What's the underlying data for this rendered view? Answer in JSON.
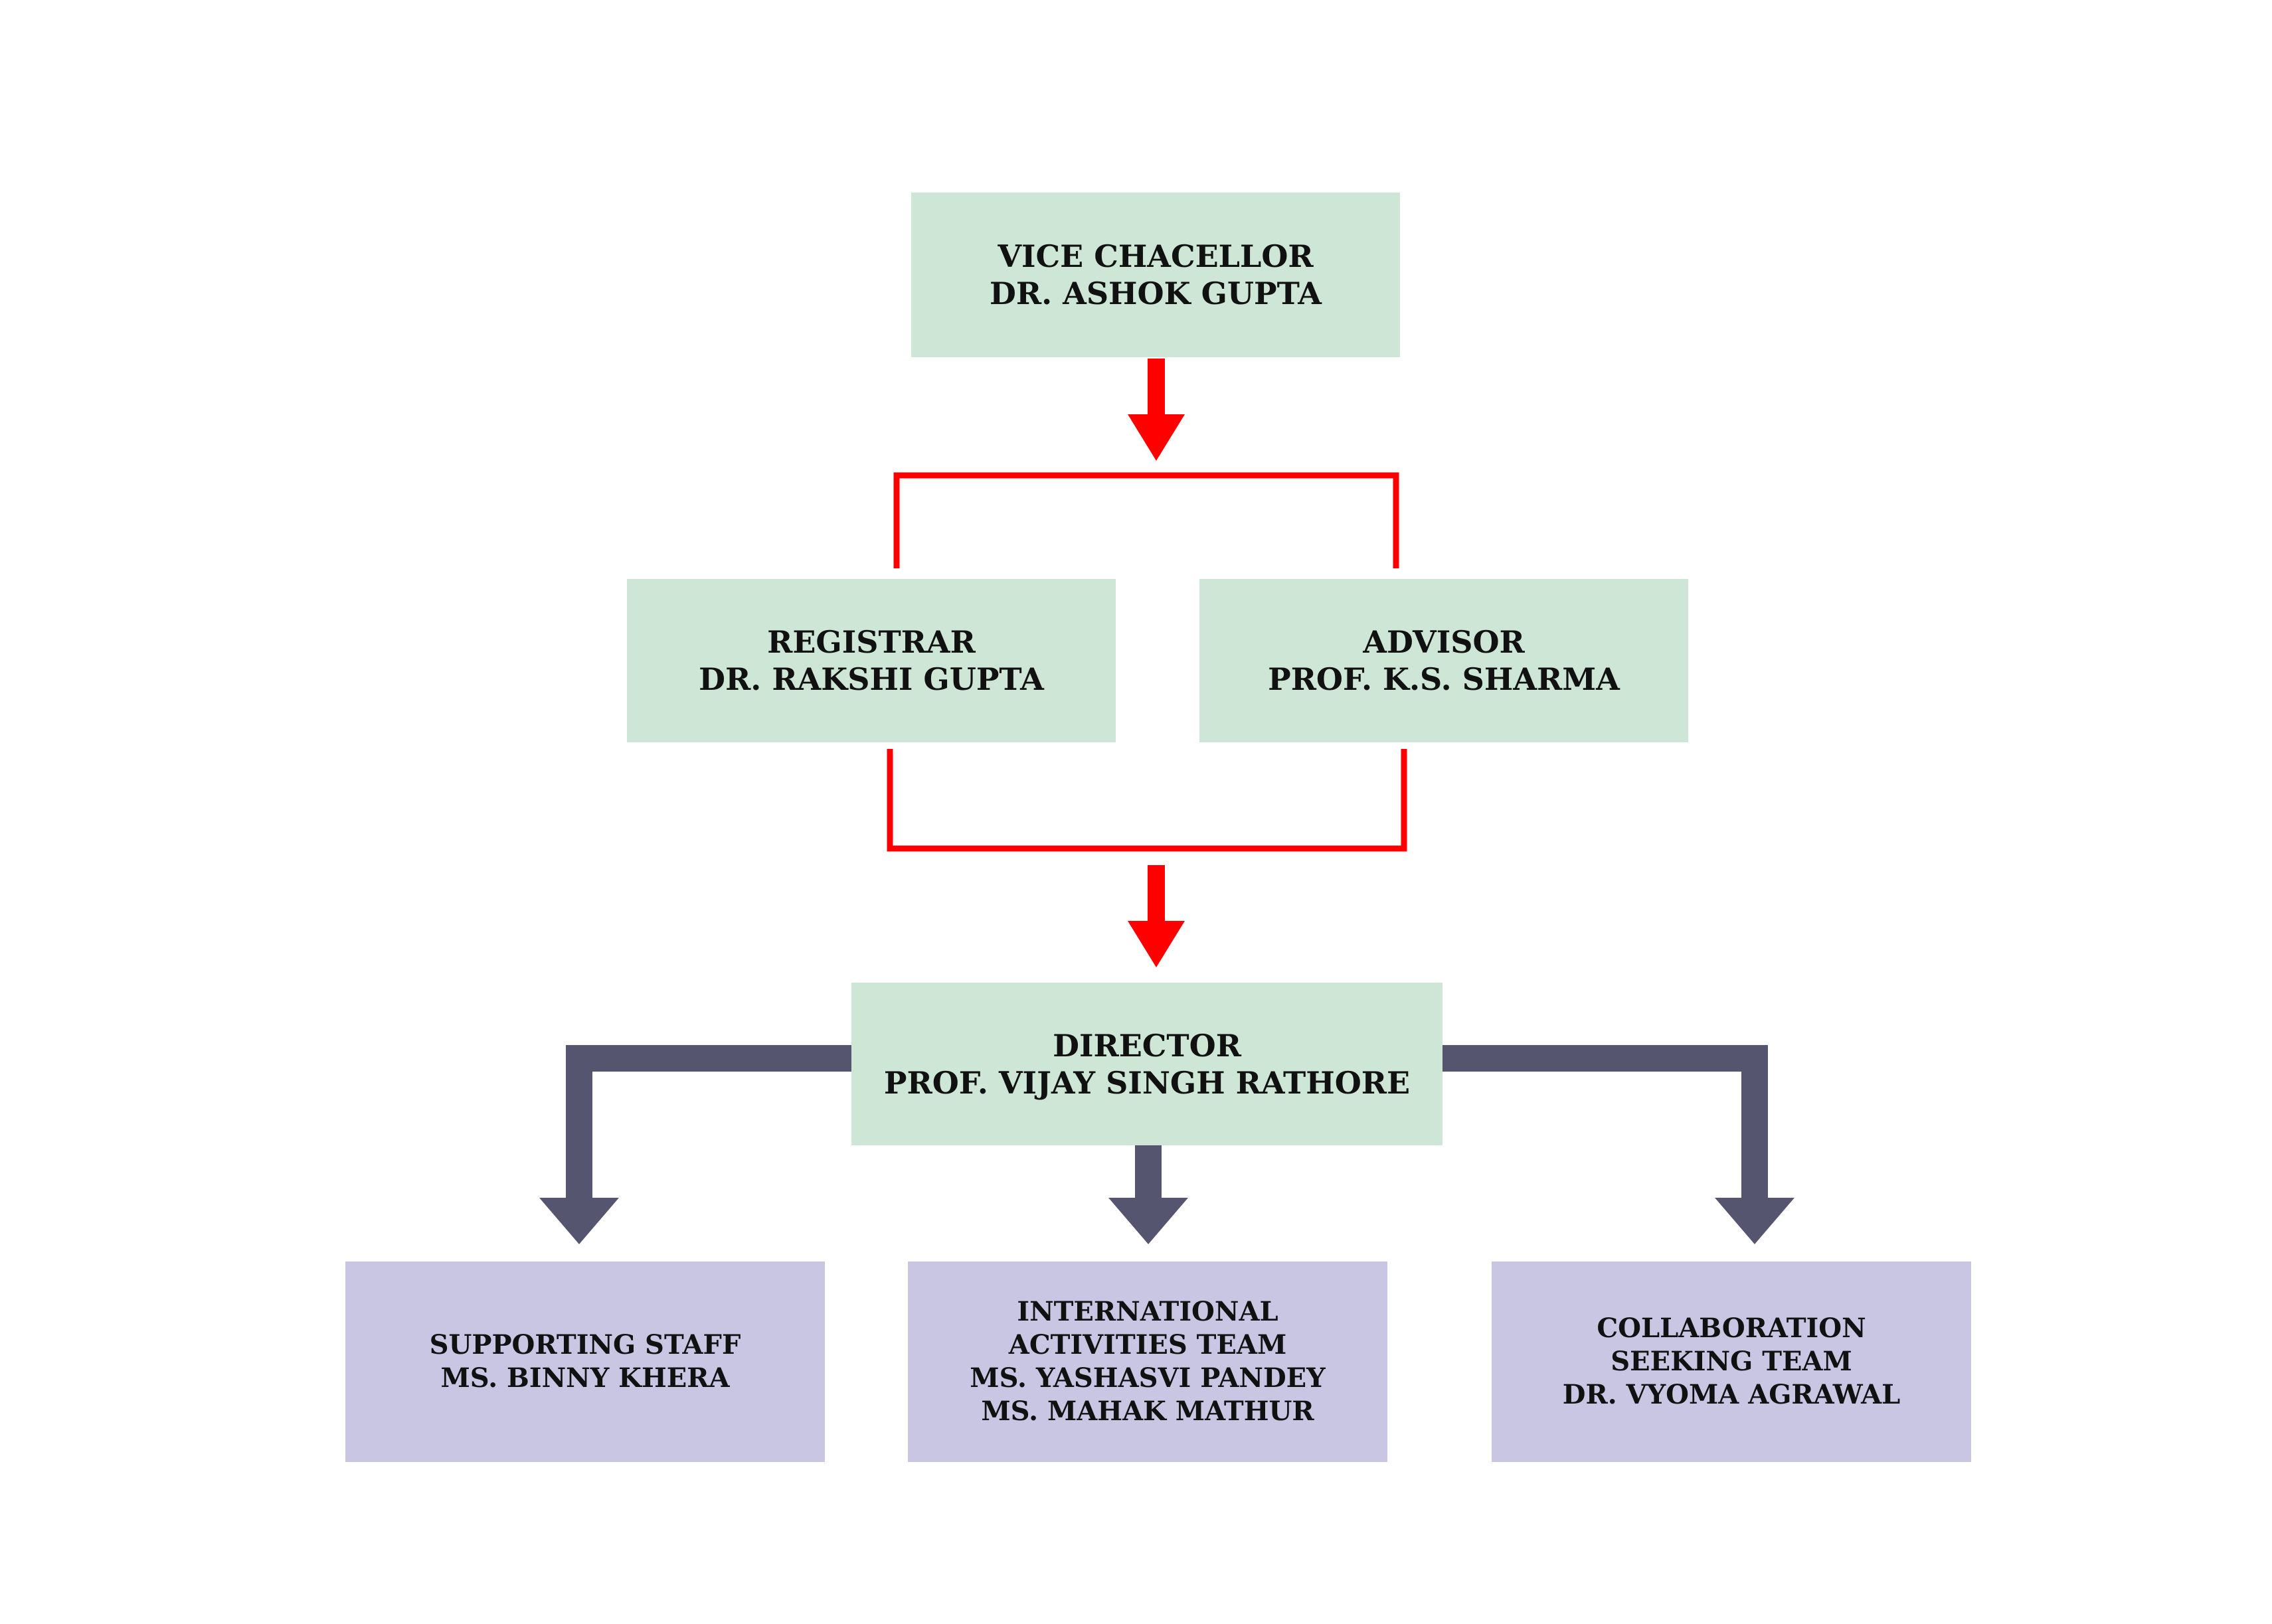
{
  "colors": {
    "leadership_box": "#cde6d5",
    "team_box": "#c8c6e2",
    "red_connector": "#ff0000",
    "slate_connector": "#565570"
  },
  "vice_chancellor": {
    "title": "VICE CHACELLOR",
    "name": "DR. ASHOK GUPTA"
  },
  "registrar": {
    "title": "REGISTRAR",
    "name": "DR. RAKSHI GUPTA"
  },
  "advisor": {
    "title": "ADVISOR",
    "name": "PROF. K.S. SHARMA"
  },
  "director": {
    "title": "DIRECTOR",
    "name": "PROF. VIJAY SINGH RATHORE"
  },
  "supporting_staff": {
    "line1": "SUPPORTING STAFF",
    "line2": "MS. BINNY KHERA"
  },
  "international_team": {
    "line1": "INTERNATIONAL",
    "line2": "ACTIVITIES TEAM",
    "line3": "MS. YASHASVI PANDEY",
    "line4": "MS. MAHAK MATHUR"
  },
  "collaboration_team": {
    "line1": "COLLABORATION",
    "line2": "SEEKING TEAM",
    "line3": "DR. VYOMA AGRAWAL"
  }
}
